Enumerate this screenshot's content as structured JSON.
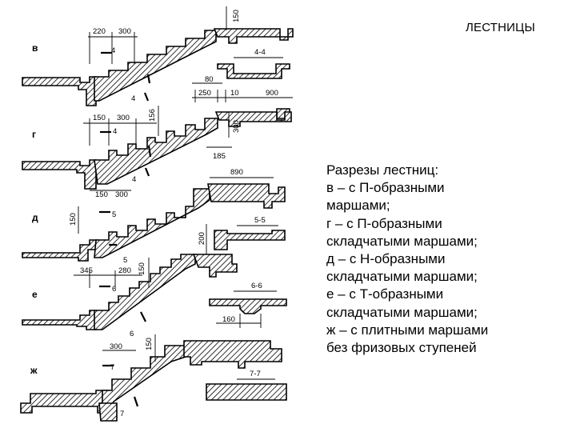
{
  "title": "ЛЕСТНИЦЫ",
  "caption": [
    "Разрезы лестниц:",
    "в – с П-образными",
    "маршами;",
    "г – с П-образными",
    "складчатыми маршами;",
    "д – с Н-образными",
    "складчатыми маршами;",
    "е – с Т-образными",
    "складчатыми маршами;",
    "ж – с плитными маршами",
    "без фризовых ступеней"
  ],
  "rows": {
    "v": {
      "letter": "в",
      "d1": "220",
      "d2": "300",
      "d3": "150",
      "cut_a": "4",
      "cut_b": "4",
      "section": "4-4",
      "s1": "80",
      "s2": "250",
      "s3": "10",
      "s4": "900"
    },
    "g": {
      "letter": "г",
      "d1": "150",
      "d2": "300",
      "d3": "156",
      "cut_a": "4",
      "cut_b": "4",
      "s1": "300",
      "s2": "185"
    },
    "d": {
      "letter": "д",
      "d1": "150",
      "d2": "300",
      "d3": "150",
      "d4": "890",
      "cut_a": "5",
      "cut_b": "5",
      "section": "5-5",
      "s1": "200"
    },
    "e": {
      "letter": "е",
      "d1": "345",
      "d2": "280",
      "d3": "150",
      "cut_a": "6",
      "cut_b": "6",
      "section": "6-6",
      "s1": "160"
    },
    "zh": {
      "letter": "ж",
      "d1": "300",
      "d2": "150",
      "cut_a": "7",
      "cut_b": "7",
      "section": "7-7"
    }
  }
}
